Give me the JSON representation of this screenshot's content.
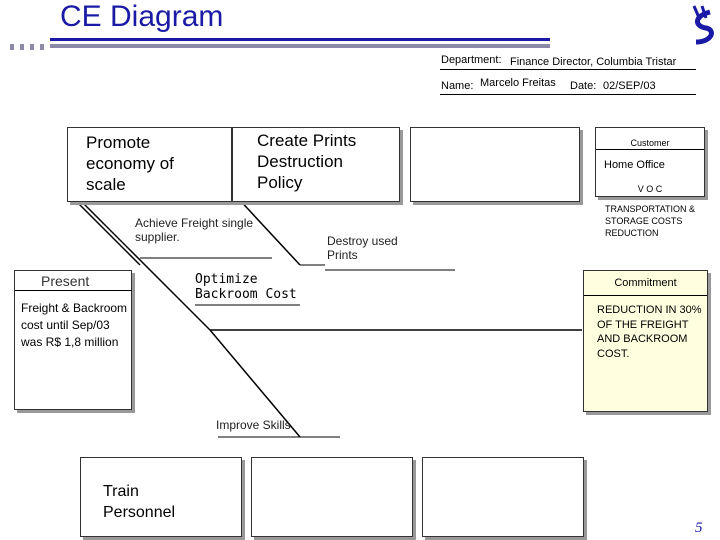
{
  "title": "CE Diagram",
  "header": {
    "department_label": "Department:",
    "department_value": "Finance Director, Columbia Tristar",
    "name_label": "Name:",
    "name_value": "Marcelo Freitas",
    "date_label": "Date:",
    "date_value": "02/SEP/03"
  },
  "causes": {
    "promote": "Promote economy of scale",
    "create_prints": "Create Prints Destruction Policy",
    "achieve_freight": "Achieve Freight single supplier.",
    "destroy_prints": "Destroy used Prints",
    "optimize_backroom": "Optimize Backroom Cost",
    "improve_skills": "Improve Skills",
    "train_personnel": "Train Personnel"
  },
  "present": {
    "heading": "Present",
    "text": "Freight & Backroom cost until Sep/03 was R$ 1,8 million"
  },
  "customer": {
    "heading": "Customer",
    "value": "Home Office",
    "voc_label": "V O C",
    "voc_text": "TRANSPORTATION & STORAGE COSTS REDUCTION"
  },
  "commitment": {
    "heading": "Commitment",
    "text": "REDUCTION IN 30% OF THE FREIGHT AND BACKROOM COST."
  },
  "page_number": "5",
  "colors": {
    "title": "#1a1aa6",
    "commitment_bg": "#ffffe0"
  }
}
